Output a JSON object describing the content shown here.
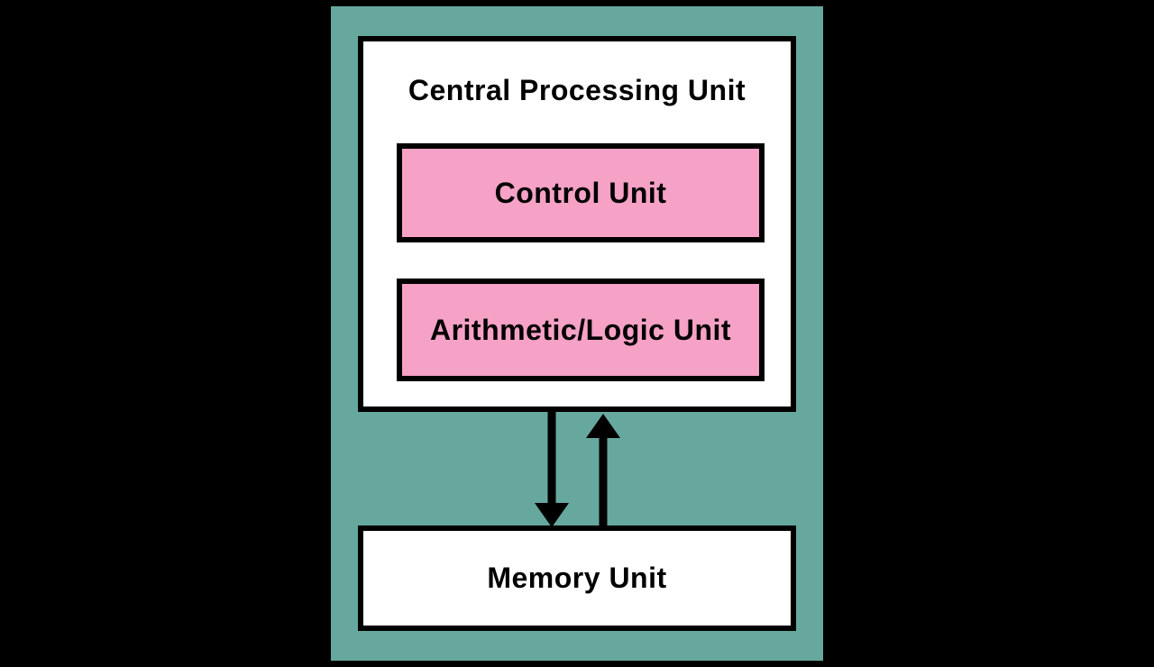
{
  "diagram": {
    "cpu": {
      "title": "Central Processing Unit",
      "blocks": [
        {
          "label": "Control Unit"
        },
        {
          "label": "Arithmetic/Logic Unit"
        }
      ]
    },
    "memory": {
      "label": "Memory Unit"
    },
    "arrows": [
      {
        "name": "cpu-to-memory",
        "direction": "down"
      },
      {
        "name": "memory-to-cpu",
        "direction": "up"
      }
    ],
    "colors": {
      "page_background": "#000000",
      "panel_background": "#67A89E",
      "unit_box_fill": "#FFFFFF",
      "inner_block_fill": "#F6A1C6",
      "border_and_text": "#000000"
    }
  }
}
